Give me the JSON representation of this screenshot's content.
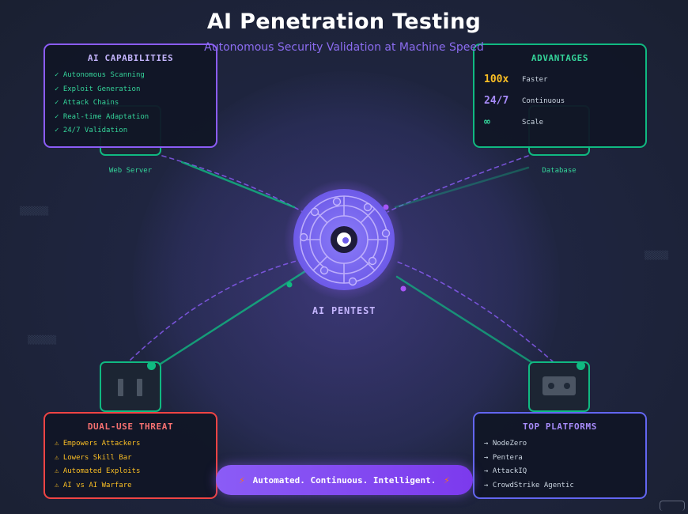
{
  "header": {
    "title": "AI Penetration Testing",
    "subtitle": "Autonomous Security Validation at Machine Speed"
  },
  "capabilities": {
    "title": "AI CAPABILITIES",
    "items": [
      "✓ Autonomous Scanning",
      "✓ Exploit Generation",
      "✓ Attack Chains",
      "✓ Real-time Adaptation",
      "✓ 24/7 Validation"
    ]
  },
  "advantages": {
    "title": "ADVANTAGES",
    "rows": [
      {
        "value": "100x",
        "label": "Faster",
        "color": "#fbbf24"
      },
      {
        "value": "24/7",
        "label": "Continuous",
        "color": "#a78bfa"
      },
      {
        "value": "∞",
        "label": "Scale",
        "color": "#34d399"
      }
    ]
  },
  "nodes": {
    "web_server": "Web Server",
    "database": "Database"
  },
  "core": {
    "label": "AI PENTEST"
  },
  "threat": {
    "title": "DUAL-USE THREAT",
    "items": [
      "⚠ Empowers Attackers",
      "⚠ Lowers Skill Bar",
      "⚠ Automated Exploits",
      "⚠ AI vs AI Warfare"
    ]
  },
  "platforms": {
    "title": "TOP PLATFORMS",
    "items": [
      "→ NodeZero",
      "→ Pentera",
      "→ AttackIQ",
      "→ CrowdStrike Agentic"
    ]
  },
  "banner": {
    "text": "Automated. Continuous. Intelligent.",
    "icon": "⚡"
  },
  "colors": {
    "accent_purple": "#8b5cf6",
    "accent_green": "#10b981",
    "threat_red": "#ef4444",
    "platform_indigo": "#6366f1"
  }
}
